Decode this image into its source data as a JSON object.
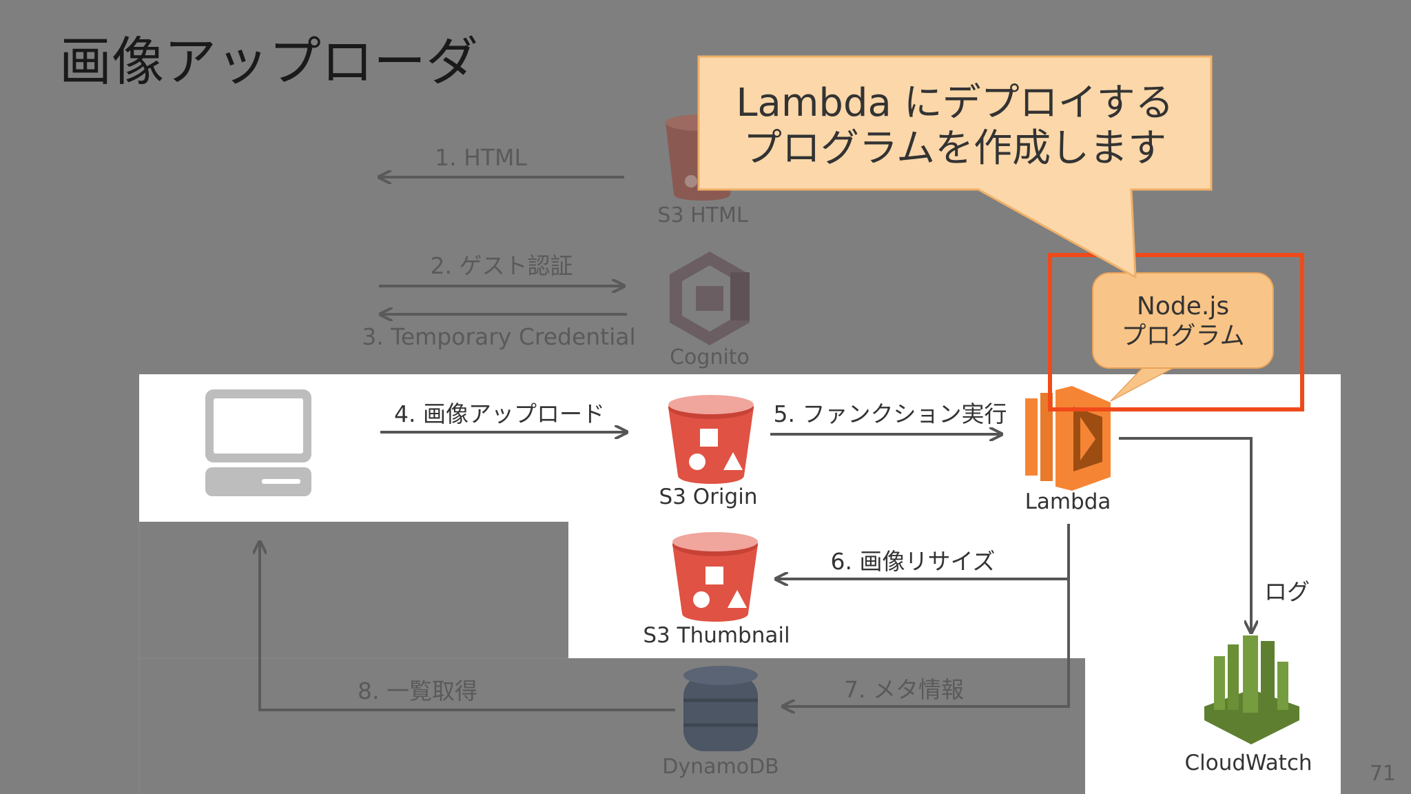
{
  "slide": {
    "title": "画像アップローダ",
    "page_number": "71"
  },
  "callouts": {
    "main_line1": "Lambda にデプロイする",
    "main_line2": "プログラムを作成します",
    "node_line1": "Node.js",
    "node_line2": "プログラム"
  },
  "steps": {
    "s1": "1. HTML",
    "s2": "2. ゲスト認証",
    "s3": "3. Temporary Credential",
    "s4": "4. 画像アップロード",
    "s5": "5. ファンクション実行",
    "s6": "6. 画像リサイズ",
    "s7": "7. メタ情報",
    "s8": "8. 一覧取得",
    "log": "ログ"
  },
  "services": {
    "s3_html": "S3 HTML",
    "cognito": "Cognito",
    "s3_origin": "S3 Origin",
    "lambda": "Lambda",
    "s3_thumbnail": "S3 Thumbnail",
    "dynamodb": "DynamoDB",
    "cloudwatch": "CloudWatch"
  },
  "colors": {
    "background": "#7f7f7f",
    "highlight": "#ffffff",
    "s3_red": "#e05243",
    "lambda_orange": "#f58534",
    "cloudwatch_green": "#759c3e",
    "callout_fill": "#fbd7a9",
    "node_callout_fill": "#f9c487",
    "highlight_border": "#f04a1a"
  }
}
